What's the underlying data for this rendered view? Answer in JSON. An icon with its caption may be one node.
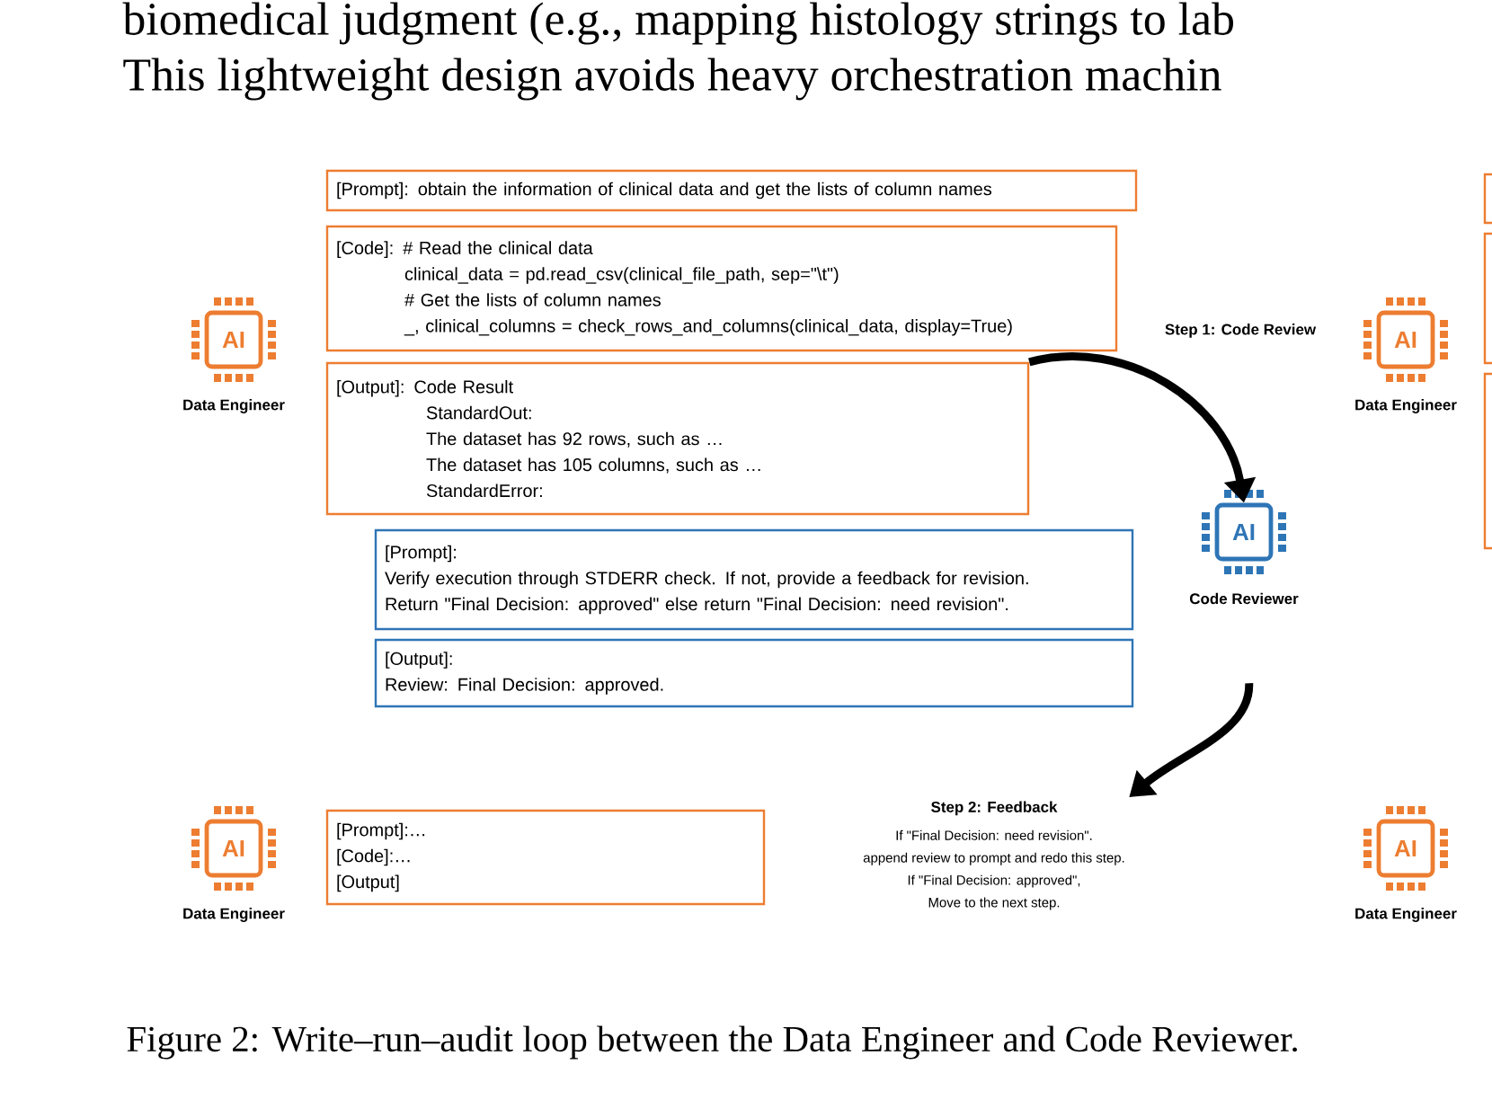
{
  "diagram": {
    "caption": "Figure 2: Write–run–audit loop between the Data Engineer and Code Reviewer.",
    "nodes": [
      {
        "text": [
          "AI",
          "Data Engineer"
        ]
      },
      {
        "text": [
          "[Prompt]: obtain the information of clinical data and get the lists of column names"
        ]
      },
      {
        "text": [
          "[Code]: # Read the clinical data",
          "clinical_data = pd.read_csv(clinical_file_path, sep=\"\\t\")",
          "# Get the lists of column names",
          "_, clinical_columns = check_rows_and_columns(clinical_data, display=True)"
        ]
      },
      {
        "text": [
          "[Output]: Code Result",
          "StandardOut:",
          "The dataset has 92 rows, such as …",
          "The dataset has 105 columns, such as …",
          "StandardError:"
        ]
      },
      {
        "text": [
          "[Prompt]:",
          "Verify execution through STDERR check. If not, provide a feedback for revision.",
          "Return \"Final Decision: approved\" else return \"Final Decision: need revision\"."
        ]
      },
      {
        "text": [
          "[Output]:",
          "Review: Final Decision: approved."
        ]
      },
      {
        "text": [
          "AI",
          "Code Reviewer"
        ]
      },
      {
        "text": [
          "AI",
          "Data Engineer"
        ]
      },
      {
        "text": [
          "[Prompt]:…",
          "[Code]:…",
          "[Output]"
        ]
      },
      {
        "text": [
          "Step 2: Feedback",
          "If \"Final Decision: need revision\".",
          "append review to prompt and redo this step.",
          "If \"Final Decision: approved\",",
          "Move to the next step."
        ]
      },
      {
        "text": [
          "AI",
          "Data Engineer"
        ]
      },
      {
        "text": [
          "AI",
          "Data Engineer"
        ]
      }
    ],
    "edges": [
      {
        "from": 3,
        "to": 6,
        "arrow": "to",
        "label": "Step 1: Code Review"
      },
      {
        "from": 6,
        "to": 9,
        "arrow": "to"
      }
    ],
    "labels": [
      "biomedical judgment (e.g., mapping histology strings to lab",
      "This lightweight design avoids heavy orchestration machin"
    ]
  }
}
